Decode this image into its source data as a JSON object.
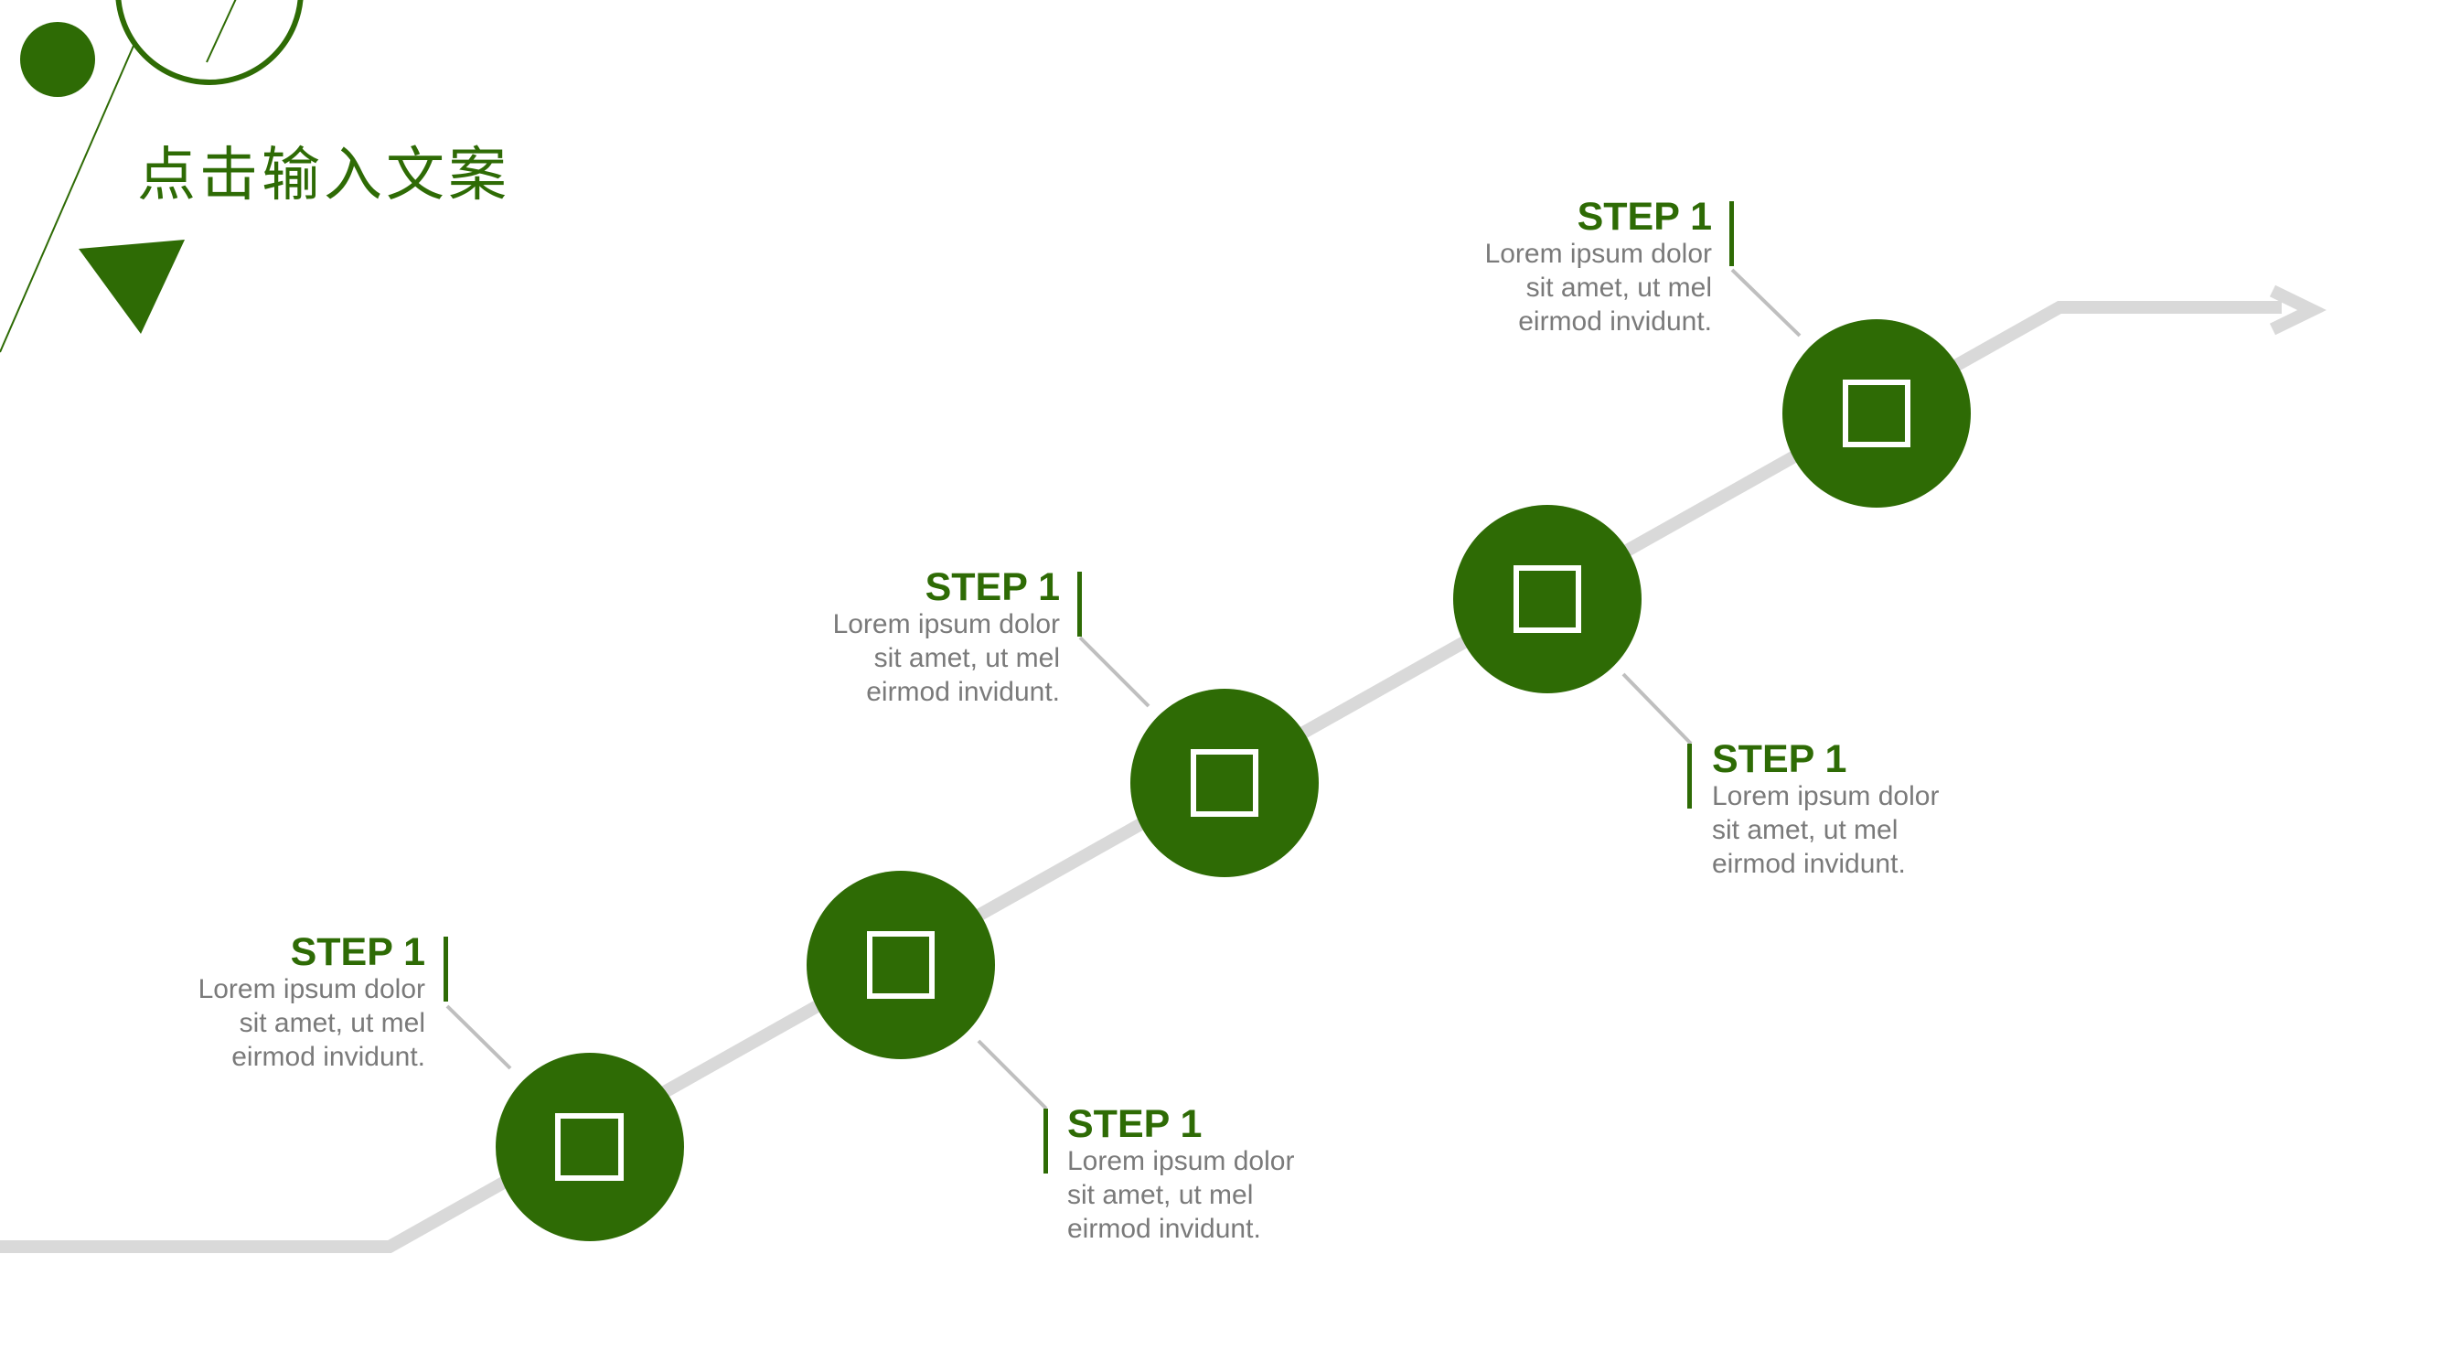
{
  "title": "点击输入文案",
  "colors": {
    "accent": "#2e6b05",
    "connector": "#d9d9d9",
    "leader": "#bfbfbf",
    "body_text": "#7a7a7a",
    "icon_outline": "#ffffff",
    "background": "#ffffff"
  },
  "steps": [
    {
      "title": "STEP 1",
      "desc": [
        "Lorem ipsum dolor",
        "sit amet, ut mel",
        "eirmod invidunt."
      ],
      "icon": "square-outline-icon"
    },
    {
      "title": "STEP 1",
      "desc": [
        "Lorem ipsum dolor",
        "sit amet, ut mel",
        "eirmod invidunt."
      ],
      "icon": "square-outline-icon"
    },
    {
      "title": "STEP 1",
      "desc": [
        "Lorem ipsum dolor",
        "sit amet, ut mel",
        "eirmod invidunt."
      ],
      "icon": "square-outline-icon"
    },
    {
      "title": "STEP 1",
      "desc": [
        "Lorem ipsum dolor",
        "sit amet, ut mel",
        "eirmod invidunt."
      ],
      "icon": "square-outline-icon"
    },
    {
      "title": "STEP 1",
      "desc": [
        "Lorem ipsum dolor",
        "sit amet, ut mel",
        "eirmod invidunt."
      ],
      "icon": "square-outline-icon"
    }
  ]
}
